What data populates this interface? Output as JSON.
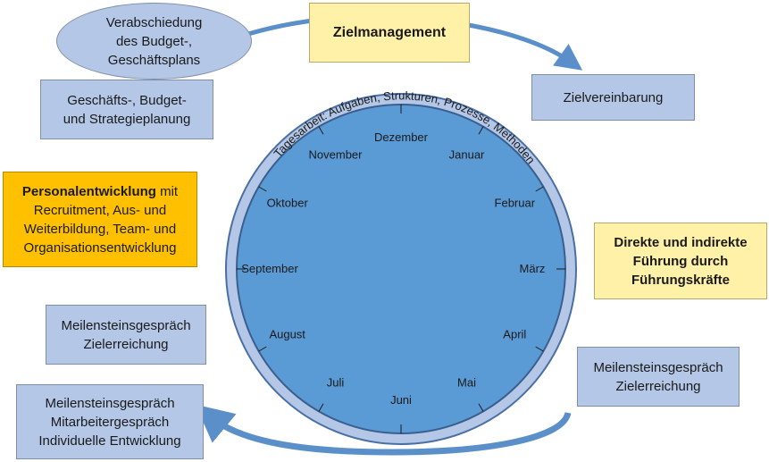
{
  "center": {
    "ring_text": "Tagesarbeit: Aufgaben, Strukturen, Prozesse, Methoden",
    "months": [
      "Dezember",
      "Januar",
      "Februar",
      "März",
      "April",
      "Mai",
      "Juni",
      "Juli",
      "August",
      "September",
      "Oktober",
      "November"
    ]
  },
  "nodes": {
    "verabschiedung": {
      "lines": [
        "Verabschiedung",
        "des Budget-,",
        "Geschäftsplans"
      ]
    },
    "zielmanagement": {
      "lines": [
        "Zielmanagement"
      ]
    },
    "zielvereinbarung": {
      "lines": [
        "Zielvereinbarung"
      ]
    },
    "strategieplanung": {
      "lines": [
        "Geschäfts-, Budget-",
        "und Strategieplanung"
      ]
    },
    "personalentwicklung": {
      "bold": "Personalentwicklung",
      "rest": " mit",
      "lines": [
        "Recruitment, Aus- und",
        "Weiterbildung, Team- und",
        "Organisationsentwicklung"
      ]
    },
    "fuehrung": {
      "lines": [
        "Direkte und indirekte",
        "Führung durch",
        "Führungskräfte"
      ]
    },
    "meilenstein_left": {
      "lines": [
        "Meilensteinsgespräch",
        "Zielerreichung"
      ]
    },
    "meilenstein_right": {
      "lines": [
        "Meilensteinsgespräch",
        "Zielerreichung"
      ]
    },
    "meilenstein_bottom": {
      "lines": [
        "Meilensteinsgespräch",
        "Mitarbeitergespräch",
        "Individuelle Entwicklung"
      ]
    }
  },
  "colors": {
    "ring_outer": "#b4c7e7",
    "ring_stroke": "#4a6fa5",
    "disk": "#5b9bd5",
    "arrow": "#5b8fc9"
  }
}
